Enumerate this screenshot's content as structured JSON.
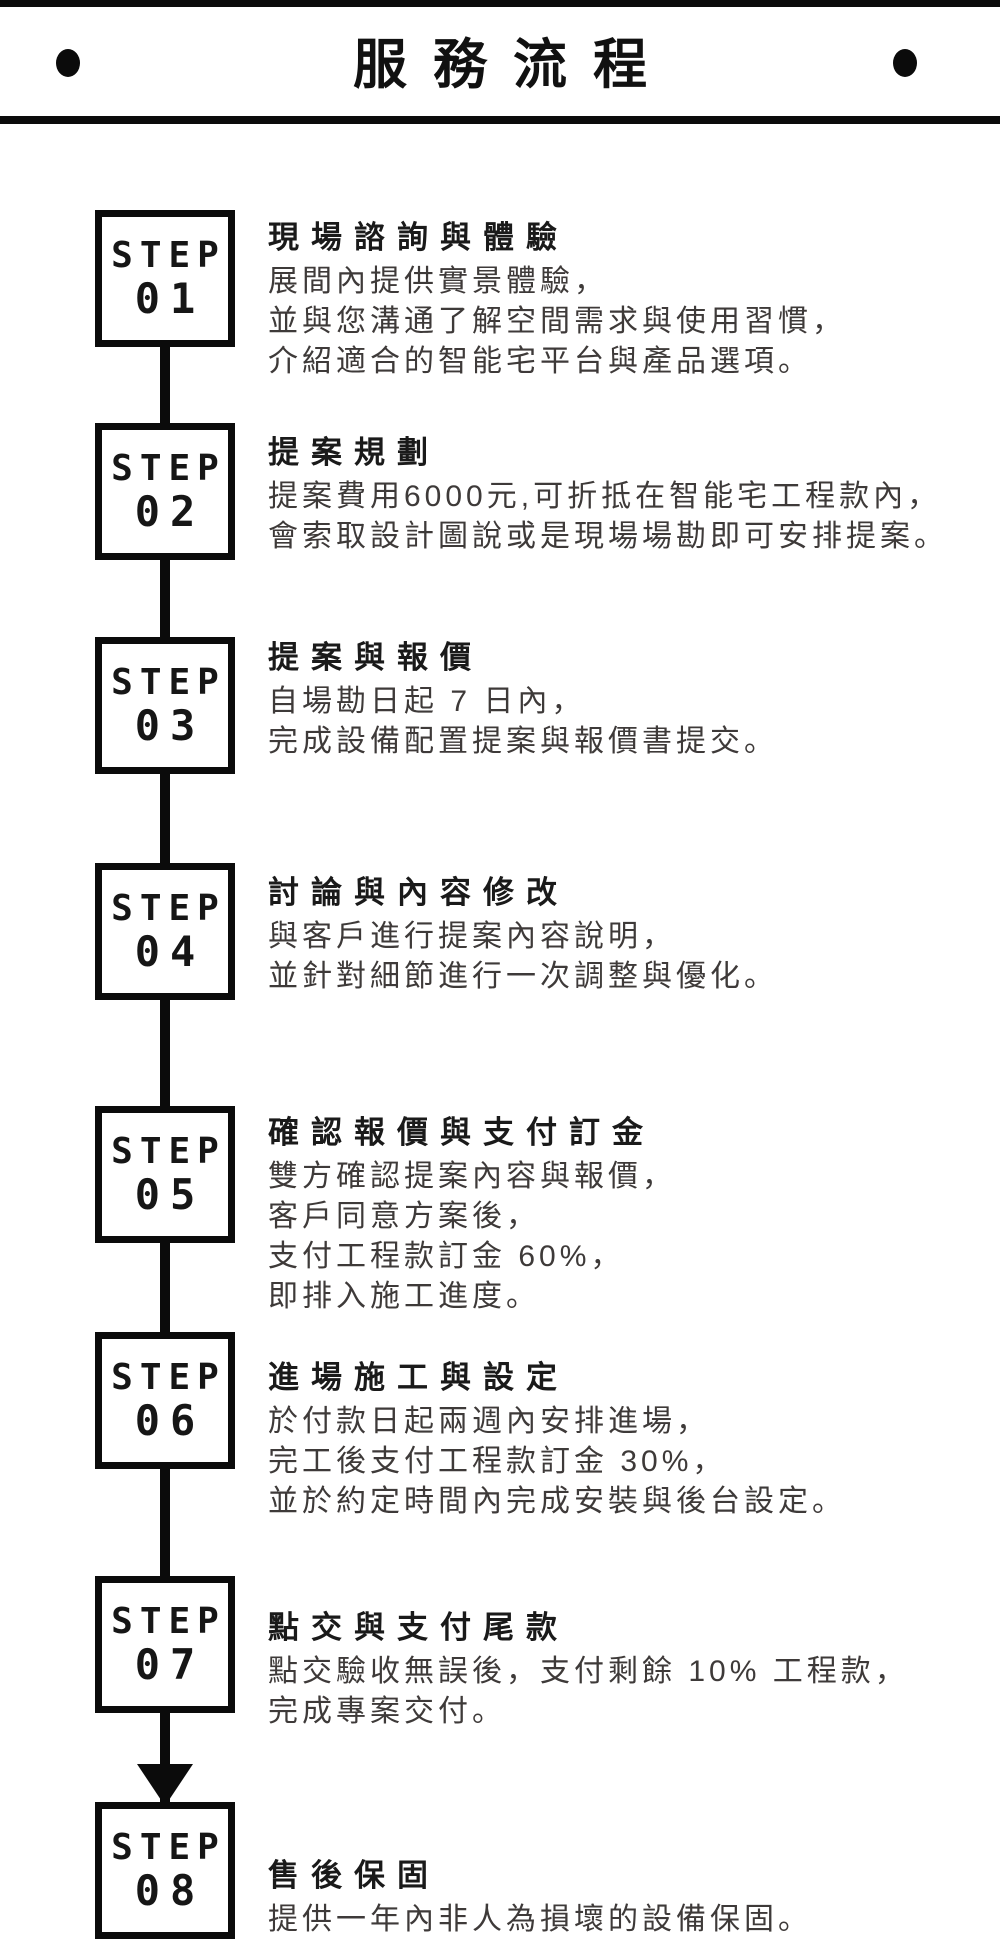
{
  "header": {
    "title": "服務流程"
  },
  "steps": [
    {
      "label": "STEP",
      "number": "01",
      "title": "現場諮詢與體驗",
      "lines": [
        "展間內提供實景體驗，",
        "並與您溝通了解空間需求與使用習慣，",
        "介紹適合的智能宅平台與產品選項。"
      ]
    },
    {
      "label": "STEP",
      "number": "02",
      "title": "提案規劃",
      "lines": [
        "提案費用6000元,可折抵在智能宅工程款內，",
        "會索取設計圖說或是現場場勘即可安排提案。"
      ]
    },
    {
      "label": "STEP",
      "number": "03",
      "title": "提案與報價",
      "lines": [
        "自場勘日起 7 日內，",
        "完成設備配置提案與報價書提交。"
      ]
    },
    {
      "label": "STEP",
      "number": "04",
      "title": "討論與內容修改",
      "lines": [
        "與客戶進行提案內容說明，",
        "並針對細節進行一次調整與優化。"
      ]
    },
    {
      "label": "STEP",
      "number": "05",
      "title": "確認報價與支付訂金",
      "lines": [
        "雙方確認提案內容與報價，",
        "客戶同意方案後，",
        "支付工程款訂金 60%，",
        "即排入施工進度。"
      ]
    },
    {
      "label": "STEP",
      "number": "06",
      "title": "進場施工與設定",
      "lines": [
        "於付款日起兩週內安排進場，",
        "完工後支付工程款訂金 30%，",
        "並於約定時間內完成安裝與後台設定。"
      ]
    },
    {
      "label": "STEP",
      "number": "07",
      "title": "點交與支付尾款",
      "lines": [
        "點交驗收無誤後，支付剩餘 10% 工程款，",
        "完成專案交付。"
      ]
    },
    {
      "label": "STEP",
      "number": "08",
      "title": "售後保固",
      "lines": [
        "提供一年內非人為損壞的設備保固。"
      ]
    }
  ],
  "colors": {
    "background": "#ffffff",
    "ink": "#0b0b0b",
    "title_text": "#1a1a1a",
    "body_text": "#3e3a39"
  }
}
